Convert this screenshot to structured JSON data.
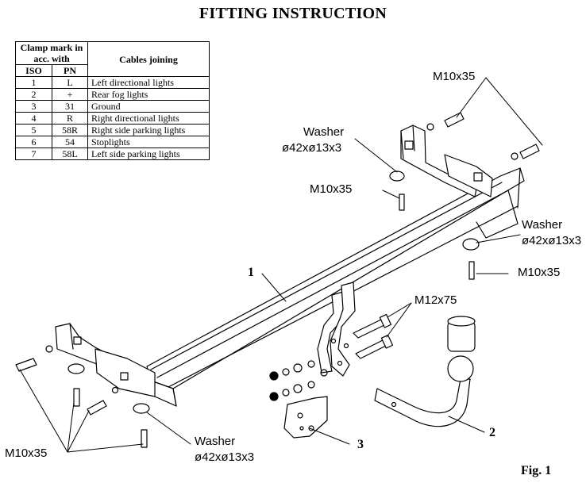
{
  "title": "FITTING INSTRUCTION",
  "table": {
    "header_clamp": "Clamp mark in acc. with",
    "header_cables": "Cables joining",
    "col_iso": "ISO",
    "col_pn": "PN",
    "rows": [
      {
        "iso": "1",
        "pn": "L",
        "desc": "Left directional lights"
      },
      {
        "iso": "2",
        "pn": "+",
        "desc": "Rear fog lights"
      },
      {
        "iso": "3",
        "pn": "31",
        "desc": "Ground"
      },
      {
        "iso": "4",
        "pn": "R",
        "desc": "Right directional lights"
      },
      {
        "iso": "5",
        "pn": "58R",
        "desc": "Right side parking lights"
      },
      {
        "iso": "6",
        "pn": "54",
        "desc": "Stoplights"
      },
      {
        "iso": "7",
        "pn": "58L",
        "desc": "Left side parking lights"
      }
    ]
  },
  "labels": {
    "m10_top": "M10x35",
    "washer_top_1": "Washer",
    "washer_top_2": "ø42xø13x3",
    "m10_mid": "M10x35",
    "washer_right_1": "Washer",
    "washer_right_2": "ø42xø13x3",
    "m10_right": "M10x35",
    "part_1": "1",
    "m12": "M12x75",
    "part_2": "2",
    "part_3": "3",
    "washer_bottom_1": "Washer",
    "washer_bottom_2": "ø42xø13x3",
    "m10_bottom_left": "M10x35",
    "fig": "Fig. 1"
  }
}
